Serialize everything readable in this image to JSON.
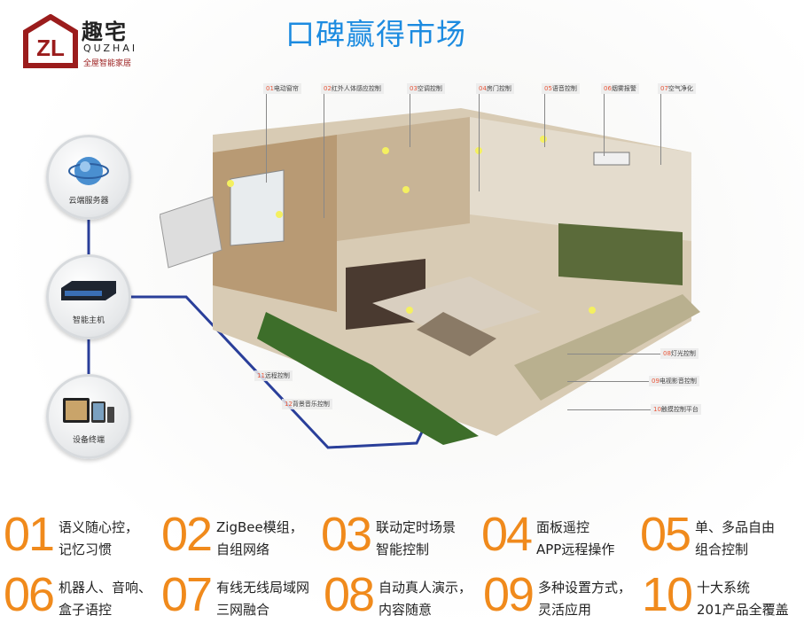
{
  "brand": {
    "name_cn": "趣宅",
    "name_en": "QUZHAI",
    "tagline": "全屋智能家居",
    "color": "#9b1c1c"
  },
  "title": "口碑赢得市场",
  "accent_color": "#f08a1c",
  "title_color": "#1c8be0",
  "devices": [
    {
      "label": "云端服务器",
      "icon": "globe-server-icon"
    },
    {
      "label": "智能主机",
      "icon": "network-switch-icon"
    },
    {
      "label": "设备终端",
      "icon": "tablet-devices-icon"
    }
  ],
  "callouts": [
    {
      "num": "01",
      "label": "电动窗帘"
    },
    {
      "num": "02",
      "label": "红外人体感应控制"
    },
    {
      "num": "03",
      "label": "空调控制"
    },
    {
      "num": "04",
      "label": "房门控制"
    },
    {
      "num": "05",
      "label": "语音控制"
    },
    {
      "num": "06",
      "label": "烟雾报警"
    },
    {
      "num": "07",
      "label": "空气净化"
    },
    {
      "num": "08",
      "label": "灯光控制"
    },
    {
      "num": "09",
      "label": "电视影音控制"
    },
    {
      "num": "10",
      "label": "触摸控制平台"
    },
    {
      "num": "11",
      "label": "远程控制"
    },
    {
      "num": "12",
      "label": "背景音乐控制"
    }
  ],
  "features": [
    {
      "num": "01",
      "line1": "语义随心控，",
      "line2": "记忆习惯"
    },
    {
      "num": "02",
      "line1": "ZigBee模组，",
      "line2": "自组网络"
    },
    {
      "num": "03",
      "line1": "联动定时场景",
      "line2": "智能控制"
    },
    {
      "num": "04",
      "line1": "面板遥控",
      "line2": "APP远程操作"
    },
    {
      "num": "05",
      "line1": "单、多品自由",
      "line2": "组合控制"
    },
    {
      "num": "06",
      "line1": "机器人、音响、",
      "line2": "盒子语控"
    },
    {
      "num": "07",
      "line1": "有线无线局域网",
      "line2": "三网融合"
    },
    {
      "num": "08",
      "line1": "自动真人演示，",
      "line2": "内容随意"
    },
    {
      "num": "09",
      "line1": "多种设置方式，",
      "line2": "灵活应用"
    },
    {
      "num": "10",
      "line1": "十大系统",
      "line2": "201产品全覆盖"
    }
  ]
}
